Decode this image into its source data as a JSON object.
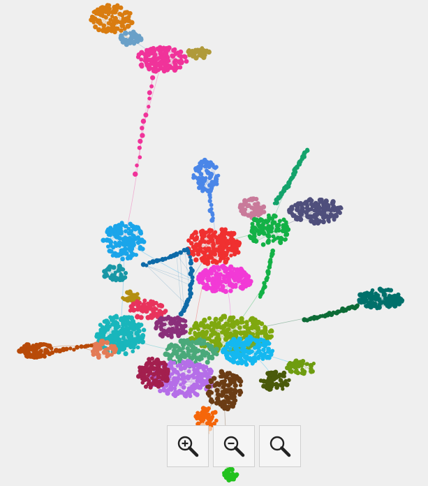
{
  "graph": {
    "clusters": [
      {
        "id": "orange-top",
        "color": "#d97c10",
        "count": 110
      },
      {
        "id": "steel-blue-top",
        "color": "#6aa0c8",
        "count": 40
      },
      {
        "id": "hot-pink-top",
        "color": "#f0339a",
        "count": 130
      },
      {
        "id": "olive-gold-top",
        "color": "#b09a3a",
        "count": 40
      },
      {
        "id": "pink-chain",
        "color": "#f0339a",
        "count": 14
      },
      {
        "id": "cornflower",
        "color": "#4a86e8",
        "count": 75
      },
      {
        "id": "small-blue-chain",
        "color": "#4a86e8",
        "count": 10
      },
      {
        "id": "teal-green-arm",
        "color": "#14a36b",
        "count": 55
      },
      {
        "id": "mauve",
        "color": "#c97a9a",
        "count": 55
      },
      {
        "id": "slate-purple",
        "color": "#4f4f7c",
        "count": 130
      },
      {
        "id": "green-star",
        "color": "#13b146",
        "count": 95
      },
      {
        "id": "green-chain",
        "color": "#13b146",
        "count": 20
      },
      {
        "id": "red-core",
        "color": "#f03030",
        "count": 190
      },
      {
        "id": "sky-blue",
        "color": "#1aa5ea",
        "count": 150
      },
      {
        "id": "dark-blue-chain",
        "color": "#0d6aa8",
        "count": 45
      },
      {
        "id": "teal-small",
        "color": "#1897a6",
        "count": 40
      },
      {
        "id": "magenta",
        "color": "#f23ad6",
        "count": 160
      },
      {
        "id": "dark-teal-right",
        "color": "#00706b",
        "count": 120
      },
      {
        "id": "dark-green-chain",
        "color": "#0c6b36",
        "count": 35
      },
      {
        "id": "mustard",
        "color": "#b38f10",
        "count": 20
      },
      {
        "id": "crimson-pink",
        "color": "#e8335c",
        "count": 60
      },
      {
        "id": "plum",
        "color": "#8a2f7a",
        "count": 80
      },
      {
        "id": "cyan-teal",
        "color": "#19b6bc",
        "count": 220
      },
      {
        "id": "salmon",
        "color": "#e37b56",
        "count": 40
      },
      {
        "id": "rust-left",
        "color": "#b84a08",
        "count": 75
      },
      {
        "id": "rust-chain",
        "color": "#b84a08",
        "count": 12
      },
      {
        "id": "yellow-green",
        "color": "#7fa80f",
        "count": 260
      },
      {
        "id": "sea-green",
        "color": "#4aa97a",
        "count": 130
      },
      {
        "id": "bright-blue",
        "color": "#14b8f0",
        "count": 140
      },
      {
        "id": "olive-right",
        "color": "#6e9c10",
        "count": 40
      },
      {
        "id": "dark-olive",
        "color": "#4a5a0a",
        "count": 60
      },
      {
        "id": "lavender",
        "color": "#b56ee8",
        "count": 200
      },
      {
        "id": "maroon",
        "color": "#a31f4e",
        "count": 110
      },
      {
        "id": "brown",
        "color": "#6b3c14",
        "count": 120
      },
      {
        "id": "orange-bottom",
        "color": "#f5660a",
        "count": 45
      },
      {
        "id": "peach",
        "color": "#f7c29a",
        "count": 20
      },
      {
        "id": "light-green",
        "color": "#aee8a4",
        "count": 55
      },
      {
        "id": "lime-bottom",
        "color": "#22c21e",
        "count": 30
      }
    ]
  },
  "zoom_controls": {
    "zoom_in_icon": "magnifier-plus-icon",
    "zoom_out_icon": "magnifier-minus-icon",
    "reset_icon": "magnifier-icon"
  }
}
